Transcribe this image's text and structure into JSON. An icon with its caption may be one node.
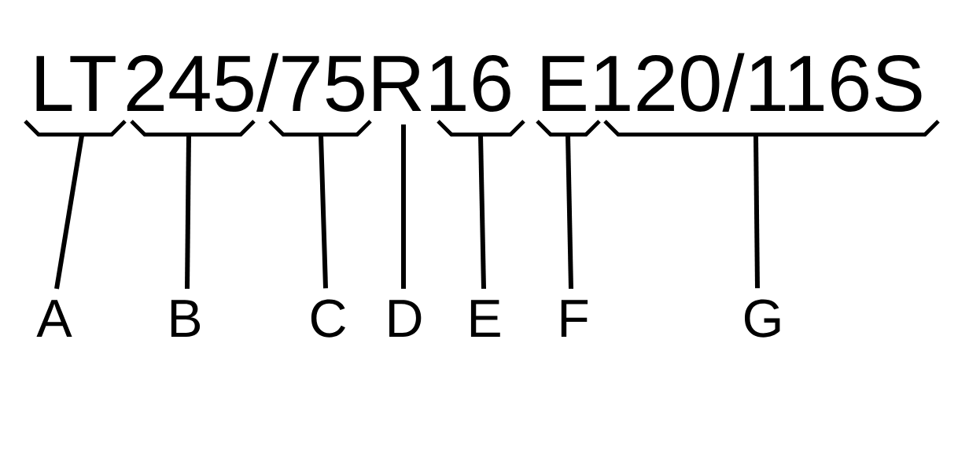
{
  "diagram": {
    "nodes": [
      {
        "text": [
          "LT"
        ]
      },
      {
        "text": [
          "245"
        ]
      },
      {
        "text": [
          "75"
        ]
      },
      {
        "text": [
          "R"
        ]
      },
      {
        "text": [
          "16"
        ]
      },
      {
        "text": [
          "E"
        ]
      },
      {
        "text": [
          "120/116S"
        ]
      },
      {
        "text": [
          "A"
        ]
      },
      {
        "text": [
          "B"
        ]
      },
      {
        "text": [
          "C"
        ]
      },
      {
        "text": [
          "D"
        ]
      },
      {
        "text": [
          "E"
        ]
      },
      {
        "text": [
          "F"
        ]
      },
      {
        "text": [
          "G"
        ]
      }
    ],
    "edges": [
      {
        "from": 7,
        "to": 0,
        "arrow": "none"
      },
      {
        "from": 8,
        "to": 1,
        "arrow": "none"
      },
      {
        "from": 9,
        "to": 2,
        "arrow": "none"
      },
      {
        "from": 10,
        "to": 3,
        "arrow": "none"
      },
      {
        "from": 11,
        "to": 4,
        "arrow": "none"
      },
      {
        "from": 12,
        "to": 5,
        "arrow": "none"
      },
      {
        "from": 13,
        "to": 6,
        "arrow": "none"
      }
    ],
    "labels": [
      "/"
    ]
  }
}
